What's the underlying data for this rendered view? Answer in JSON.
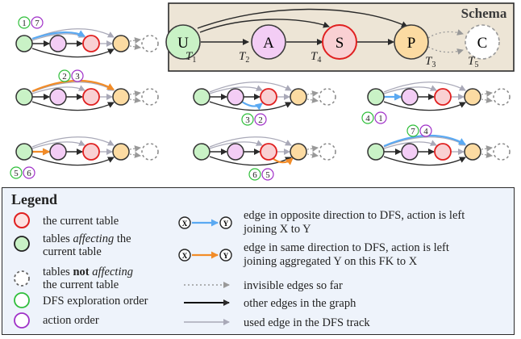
{
  "schema": {
    "title": "Schema",
    "nodes": [
      {
        "id": "U",
        "label": "U",
        "fill": "#c9f2c6",
        "stroke": "#3c3c3c"
      },
      {
        "id": "A",
        "label": "A",
        "fill": "#f3cdf5",
        "stroke": "#3c3c3c"
      },
      {
        "id": "S",
        "label": "S",
        "fill": "#f9d0d3",
        "stroke": "#e02020"
      },
      {
        "id": "P",
        "label": "P",
        "fill": "#fcdba2",
        "stroke": "#3c3c3c"
      },
      {
        "id": "C",
        "label": "C",
        "fill": "#ffffff",
        "stroke": "#999999"
      }
    ],
    "edge_labels": [
      {
        "base": "T",
        "sub": "1"
      },
      {
        "base": "T",
        "sub": "2"
      },
      {
        "base": "T",
        "sub": "3"
      },
      {
        "base": "T",
        "sub": "4"
      },
      {
        "base": "T",
        "sub": "5"
      }
    ],
    "box_fill": "#ede5d6"
  },
  "steps": [
    {
      "dfs": "1",
      "act": "7",
      "arrow": "blue"
    },
    {
      "dfs": "2",
      "act": "3",
      "arrow": "orange"
    },
    {
      "dfs": "3",
      "act": "2",
      "arrow": "blue"
    },
    {
      "dfs": "4",
      "act": "1",
      "arrow": "blue"
    },
    {
      "dfs": "5",
      "act": "6",
      "arrow": "orange"
    },
    {
      "dfs": "6",
      "act": "5",
      "arrow": "orange"
    },
    {
      "dfs": "7",
      "act": "4",
      "arrow": "blue"
    }
  ],
  "colors": {
    "dfs_circle": "#2fbf3a",
    "action_circle": "#a030c8",
    "blue_arrow": "#5aa9f2",
    "orange_arrow": "#f28c28",
    "gray_arrow": "#a9a9b8",
    "dark_arrow": "#2a2a2a",
    "red": "#e02020"
  },
  "legend": {
    "title": "Legend",
    "items": [
      {
        "text": "the current table"
      },
      {
        "text_pre": "tables ",
        "text_em": "affecting",
        "text_post": " the",
        "text2": "current table"
      },
      {
        "text_pre": "tables ",
        "text_bold": "not",
        "text_em": " affecting",
        "text2": "the current table"
      },
      {
        "text": "DFS exploration order"
      },
      {
        "text": "action order"
      }
    ],
    "blue_node_x": "X",
    "blue_node_y": "Y",
    "right": [
      {
        "line1": "edge in opposite direction to DFS, action is left",
        "line2": "joining X to Y"
      },
      {
        "line1": "edge in same direction to DFS, action is left",
        "line2": "joining aggregated Y on this FK to X"
      },
      {
        "line1": "invisible edges so far"
      },
      {
        "line1": "other edges in the graph"
      },
      {
        "line1": "used edge in the DFS track"
      }
    ]
  }
}
